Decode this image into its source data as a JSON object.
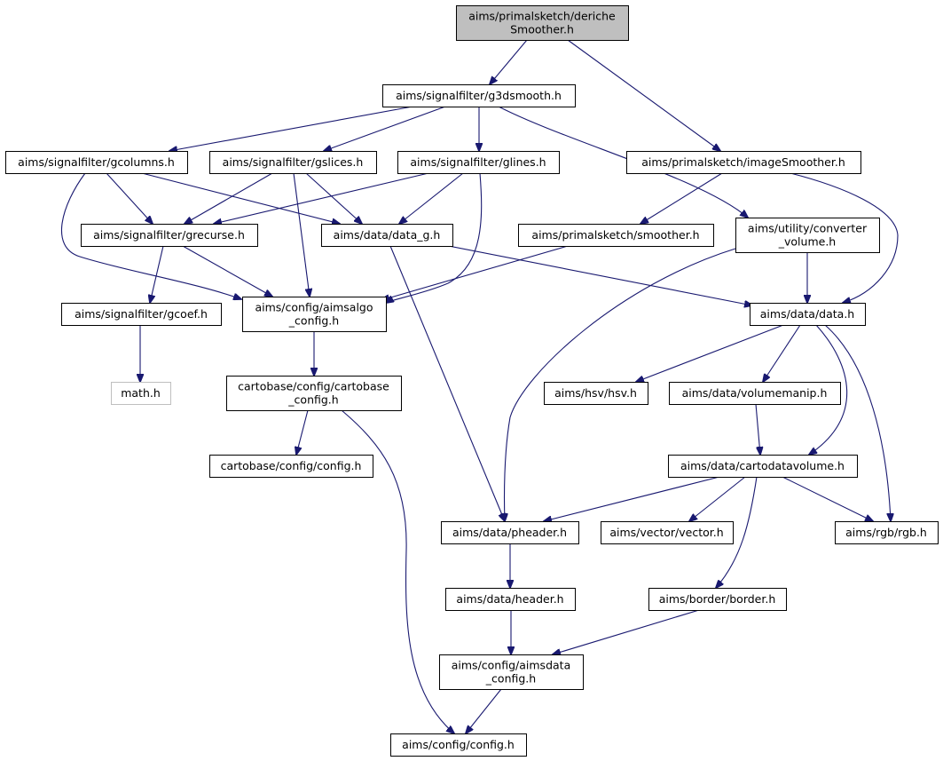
{
  "diagram": {
    "type": "include-dependency-graph",
    "colors": {
      "edge": "#191970",
      "node_border": "#000000",
      "root_fill": "#bfbfbf",
      "external_border": "#bfbfbf",
      "node_fill": "#ffffff"
    },
    "nodes": [
      {
        "id": "deriche",
        "lines": [
          "aims/primalsketch/deriche",
          "Smoother.h"
        ],
        "root": true
      },
      {
        "id": "g3dsmooth",
        "lines": [
          "aims/signalfilter/g3dsmooth.h"
        ]
      },
      {
        "id": "gcolumns",
        "lines": [
          "aims/signalfilter/gcolumns.h"
        ]
      },
      {
        "id": "gslices",
        "lines": [
          "aims/signalfilter/gslices.h"
        ]
      },
      {
        "id": "glines",
        "lines": [
          "aims/signalfilter/glines.h"
        ]
      },
      {
        "id": "imageSmoother",
        "lines": [
          "aims/primalsketch/imageSmoother.h"
        ]
      },
      {
        "id": "grecurse",
        "lines": [
          "aims/signalfilter/grecurse.h"
        ]
      },
      {
        "id": "data_g",
        "lines": [
          "aims/data/data_g.h"
        ]
      },
      {
        "id": "smoother",
        "lines": [
          "aims/primalsketch/smoother.h"
        ]
      },
      {
        "id": "converter",
        "lines": [
          "aims/utility/converter",
          "_volume.h"
        ]
      },
      {
        "id": "gcoef",
        "lines": [
          "aims/signalfilter/gcoef.h"
        ]
      },
      {
        "id": "aimsalgo",
        "lines": [
          "aims/config/aimsalgo",
          "_config.h"
        ]
      },
      {
        "id": "data",
        "lines": [
          "aims/data/data.h"
        ]
      },
      {
        "id": "math",
        "lines": [
          "math.h"
        ],
        "external": true
      },
      {
        "id": "cartobase_cfg",
        "lines": [
          "cartobase/config/cartobase",
          "_config.h"
        ]
      },
      {
        "id": "hsv",
        "lines": [
          "aims/hsv/hsv.h"
        ]
      },
      {
        "id": "volumemanip",
        "lines": [
          "aims/data/volumemanip.h"
        ]
      },
      {
        "id": "cb_config",
        "lines": [
          "cartobase/config/config.h"
        ]
      },
      {
        "id": "cartodatavolume",
        "lines": [
          "aims/data/cartodatavolume.h"
        ]
      },
      {
        "id": "pheader",
        "lines": [
          "aims/data/pheader.h"
        ]
      },
      {
        "id": "vector",
        "lines": [
          "aims/vector/vector.h"
        ]
      },
      {
        "id": "rgb",
        "lines": [
          "aims/rgb/rgb.h"
        ]
      },
      {
        "id": "header",
        "lines": [
          "aims/data/header.h"
        ]
      },
      {
        "id": "border",
        "lines": [
          "aims/border/border.h"
        ]
      },
      {
        "id": "aimsdata",
        "lines": [
          "aims/config/aimsdata",
          "_config.h"
        ]
      },
      {
        "id": "config",
        "lines": [
          "aims/config/config.h"
        ]
      }
    ],
    "edges": [
      {
        "from": "deriche",
        "to": "g3dsmooth"
      },
      {
        "from": "deriche",
        "to": "imageSmoother"
      },
      {
        "from": "g3dsmooth",
        "to": "gcolumns"
      },
      {
        "from": "g3dsmooth",
        "to": "gslices"
      },
      {
        "from": "g3dsmooth",
        "to": "glines"
      },
      {
        "from": "g3dsmooth",
        "to": "converter"
      },
      {
        "from": "gcolumns",
        "to": "grecurse"
      },
      {
        "from": "gcolumns",
        "to": "data_g"
      },
      {
        "from": "gcolumns",
        "to": "aimsalgo"
      },
      {
        "from": "gslices",
        "to": "grecurse"
      },
      {
        "from": "gslices",
        "to": "data_g"
      },
      {
        "from": "gslices",
        "to": "aimsalgo"
      },
      {
        "from": "glines",
        "to": "grecurse"
      },
      {
        "from": "glines",
        "to": "data_g"
      },
      {
        "from": "glines",
        "to": "aimsalgo"
      },
      {
        "from": "imageSmoother",
        "to": "smoother"
      },
      {
        "from": "imageSmoother",
        "to": "data"
      },
      {
        "from": "grecurse",
        "to": "gcoef"
      },
      {
        "from": "grecurse",
        "to": "aimsalgo"
      },
      {
        "from": "data_g",
        "to": "data"
      },
      {
        "from": "data_g",
        "to": "pheader"
      },
      {
        "from": "smoother",
        "to": "aimsalgo"
      },
      {
        "from": "converter",
        "to": "data"
      },
      {
        "from": "converter",
        "to": "pheader"
      },
      {
        "from": "gcoef",
        "to": "math"
      },
      {
        "from": "aimsalgo",
        "to": "cartobase_cfg"
      },
      {
        "from": "cartobase_cfg",
        "to": "cb_config"
      },
      {
        "from": "cartobase_cfg",
        "to": "config"
      },
      {
        "from": "data",
        "to": "hsv"
      },
      {
        "from": "data",
        "to": "volumemanip"
      },
      {
        "from": "data",
        "to": "cartodatavolume"
      },
      {
        "from": "data",
        "to": "rgb"
      },
      {
        "from": "volumemanip",
        "to": "cartodatavolume"
      },
      {
        "from": "cartodatavolume",
        "to": "pheader"
      },
      {
        "from": "cartodatavolume",
        "to": "vector"
      },
      {
        "from": "cartodatavolume",
        "to": "rgb"
      },
      {
        "from": "cartodatavolume",
        "to": "border"
      },
      {
        "from": "pheader",
        "to": "header"
      },
      {
        "from": "header",
        "to": "aimsdata"
      },
      {
        "from": "border",
        "to": "aimsdata"
      },
      {
        "from": "aimsdata",
        "to": "config"
      }
    ]
  }
}
